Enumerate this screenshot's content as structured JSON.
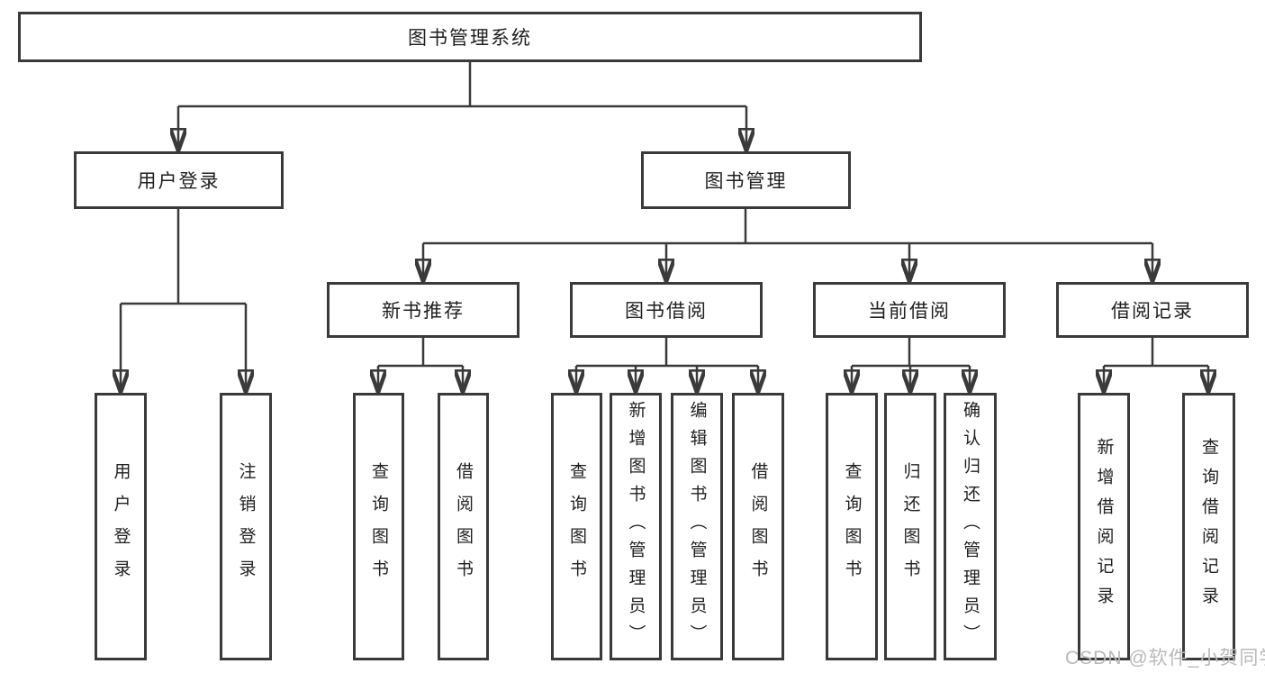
{
  "diagram": {
    "root": {
      "label": "图书管理系统",
      "children": [
        {
          "label": "用户登录",
          "children": [
            {
              "label": "用户登录"
            },
            {
              "label": "注销登录"
            }
          ]
        },
        {
          "label": "图书管理",
          "children": [
            {
              "label": "新书推荐",
              "children": [
                {
                  "label": "查询图书"
                },
                {
                  "label": "借阅图书"
                }
              ]
            },
            {
              "label": "图书借阅",
              "children": [
                {
                  "label": "查询图书"
                },
                {
                  "label": "新增图书（管理员）"
                },
                {
                  "label": "编辑图书（管理员）"
                },
                {
                  "label": "借阅图书"
                }
              ]
            },
            {
              "label": "当前借阅",
              "children": [
                {
                  "label": "查询图书"
                },
                {
                  "label": "归还图书"
                },
                {
                  "label": "确认归还（管理员）"
                }
              ]
            },
            {
              "label": "借阅记录",
              "children": [
                {
                  "label": "新增借阅记录"
                },
                {
                  "label": "查询借阅记录"
                }
              ]
            }
          ]
        }
      ]
    },
    "colors": {
      "line": "#3a3a3a",
      "box_border": "#3a3a3a",
      "text": "#1f1f1f",
      "watermark": "#b9b9b9",
      "background": "#ffffff"
    }
  },
  "watermark": {
    "text": "CSDN @软件_小贺同学"
  }
}
